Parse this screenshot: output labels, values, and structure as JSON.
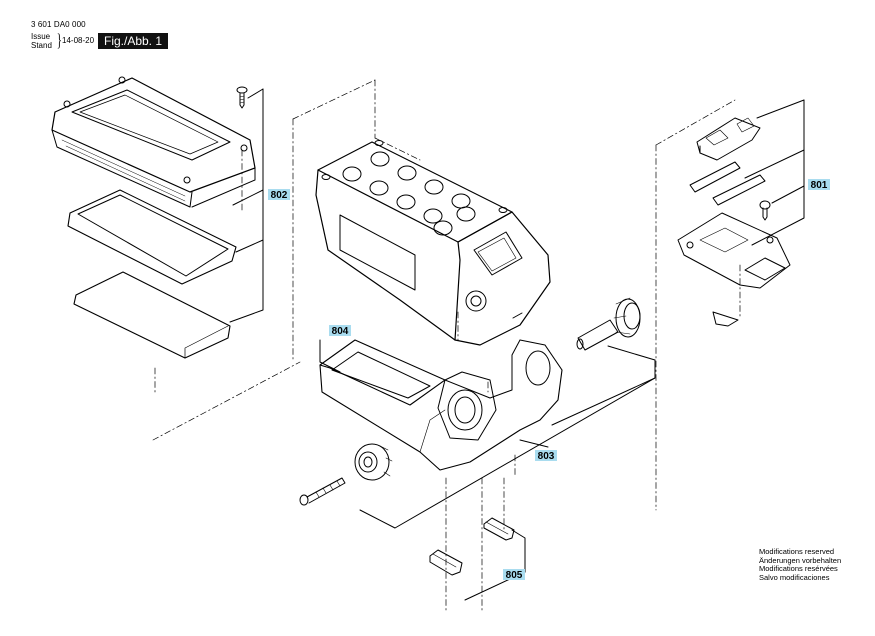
{
  "header": {
    "doc_number": "3 601 DA0 000",
    "issue_label": "Issue",
    "stand_label": "Stand",
    "brace": "}",
    "date": "14-08-20",
    "figure_tag": "Fig./Abb. 1"
  },
  "callouts": {
    "c801": "801",
    "c802": "802",
    "c803": "803",
    "c804": "804",
    "c805": "805"
  },
  "notes": [
    "Modifications reserved",
    "Änderungen vorbehalten",
    "Modifications resérvées",
    "Salvo modificaciones"
  ],
  "colors": {
    "callout_fill": "#a9dcef",
    "line": "#000000",
    "figure_tag_fill": "#111111"
  }
}
